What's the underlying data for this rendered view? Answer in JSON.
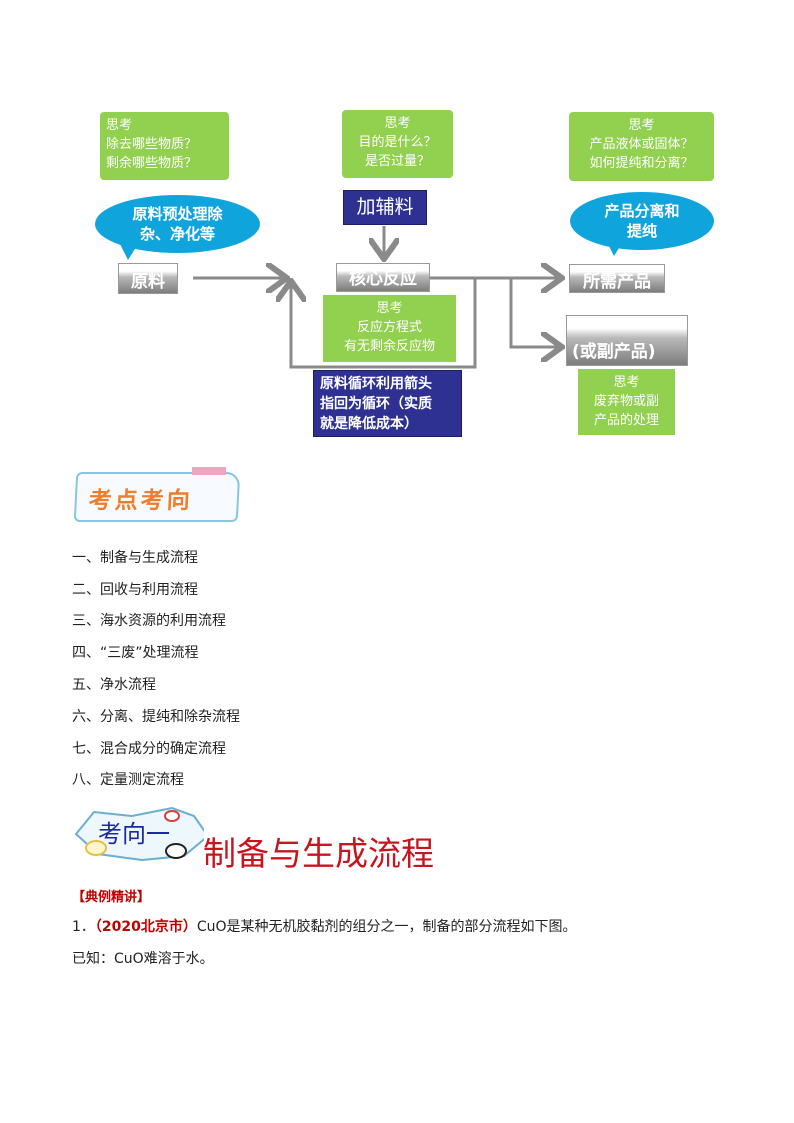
{
  "diagram": {
    "think1": {
      "title": "思考",
      "lines": [
        "除去哪些物质？",
        "剩余哪些物质？"
      ]
    },
    "think2": {
      "title": "思考",
      "lines": [
        "目的是什么？",
        "是否过量？"
      ]
    },
    "think3": {
      "title": "思考",
      "lines": [
        "产品液体或固体？",
        "如何提纯和分离？"
      ]
    },
    "bubble_left": [
      "原料预处理除",
      "杂、净化等"
    ],
    "bubble_right": [
      "产品分离和",
      "提纯"
    ],
    "add_aux": "加辅料",
    "raw": "原料",
    "core": "核心反应",
    "product": "所需产品",
    "byproduct": "(或副产品)",
    "think4": {
      "title": "思考",
      "lines": [
        "反应方程式",
        "有无剩余反应物"
      ]
    },
    "think5": {
      "title": "思考",
      "lines": [
        "废弃物或副",
        "产品的处理"
      ]
    },
    "recycle_note": [
      "原料循环利用箭头",
      "指回为循环（实质",
      "就是降低成本）"
    ]
  },
  "banner1": "考点考向",
  "topics": [
    "一、制备与生成流程",
    "二、回收与利用流程",
    "三、海水资源的利用流程",
    "四、“三废”处理流程",
    "五、净水流程",
    "六、分离、提纯和除杂流程",
    "七、混合成分的确定流程",
    "八、定量测定流程"
  ],
  "banner2": {
    "tag": "考向一",
    "title": "制备与生成流程"
  },
  "section_label": "【典例精讲】",
  "q1": {
    "num": "1．",
    "source": "（2020北京市）",
    "text": "CuO是某种无机胶黏剂的组分之一，制备的部分流程如下图。"
  },
  "known": "已知：CuO难溶于水。"
}
